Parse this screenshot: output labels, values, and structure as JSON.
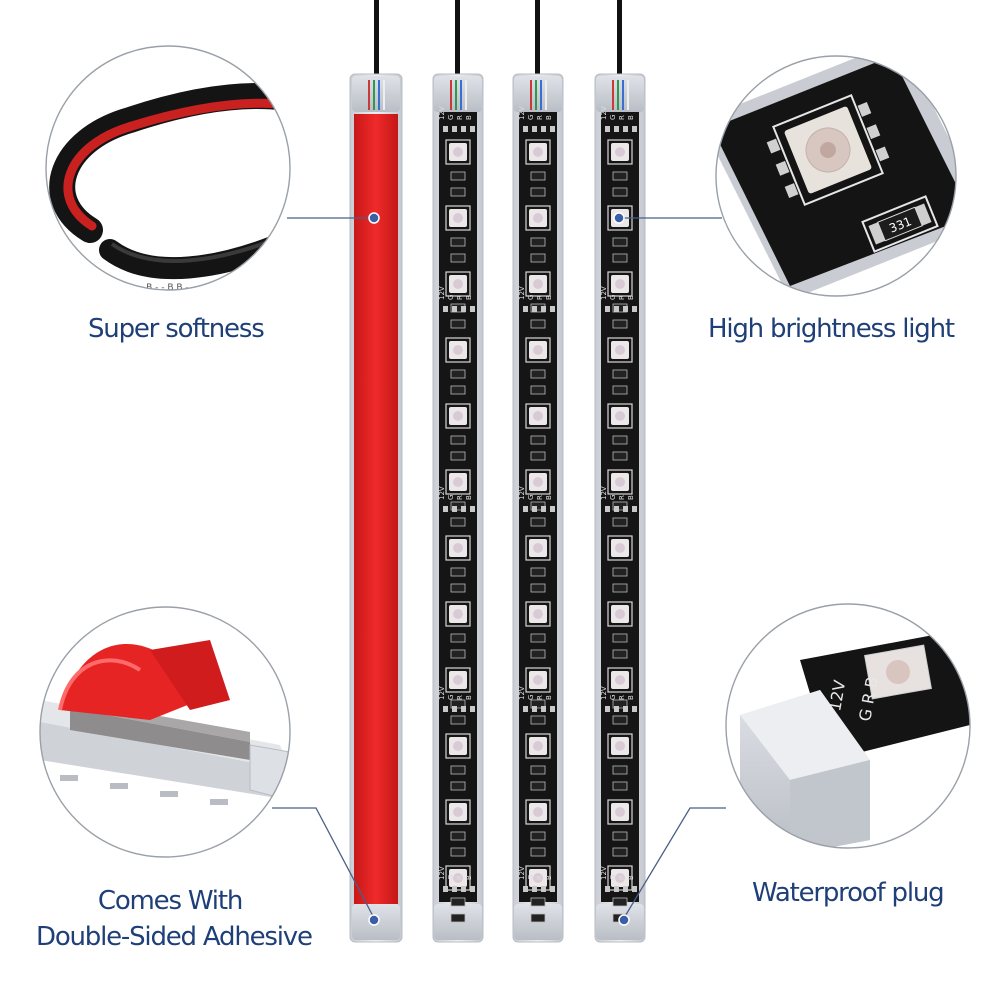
{
  "image": {
    "subject": "RGB LED strip lights product image",
    "background": "#ffffff"
  },
  "colors": {
    "label_text": "#1f3f78",
    "callout_line": "#4a5f86",
    "callout_dot": "#3a5fa6",
    "circle_border": "#9aa0a8",
    "adhesive_red": "#e02020",
    "pcb_black": "#151515",
    "silicone_plug": "#d8dbe0"
  },
  "callouts": {
    "softness": {
      "label": "Super softness",
      "icon": "flexible-strip-closeup"
    },
    "brightness": {
      "label": "High brightness light",
      "icon": "smd-led-chip-closeup",
      "resistor_marking": "331"
    },
    "adhesive": {
      "label_line1": "Comes With",
      "label_line2": "Double-Sided Adhesive",
      "icon": "adhesive-tape-closeup"
    },
    "plug": {
      "label": "Waterproof plug",
      "icon": "silicone-end-cap-closeup"
    }
  },
  "strips": [
    {
      "view": "back",
      "side": "red adhesive"
    },
    {
      "view": "front",
      "side": "led"
    },
    {
      "view": "front",
      "side": "led"
    },
    {
      "view": "front",
      "side": "led"
    }
  ],
  "pcb_markings": [
    "12V",
    "G",
    "R",
    "B"
  ]
}
